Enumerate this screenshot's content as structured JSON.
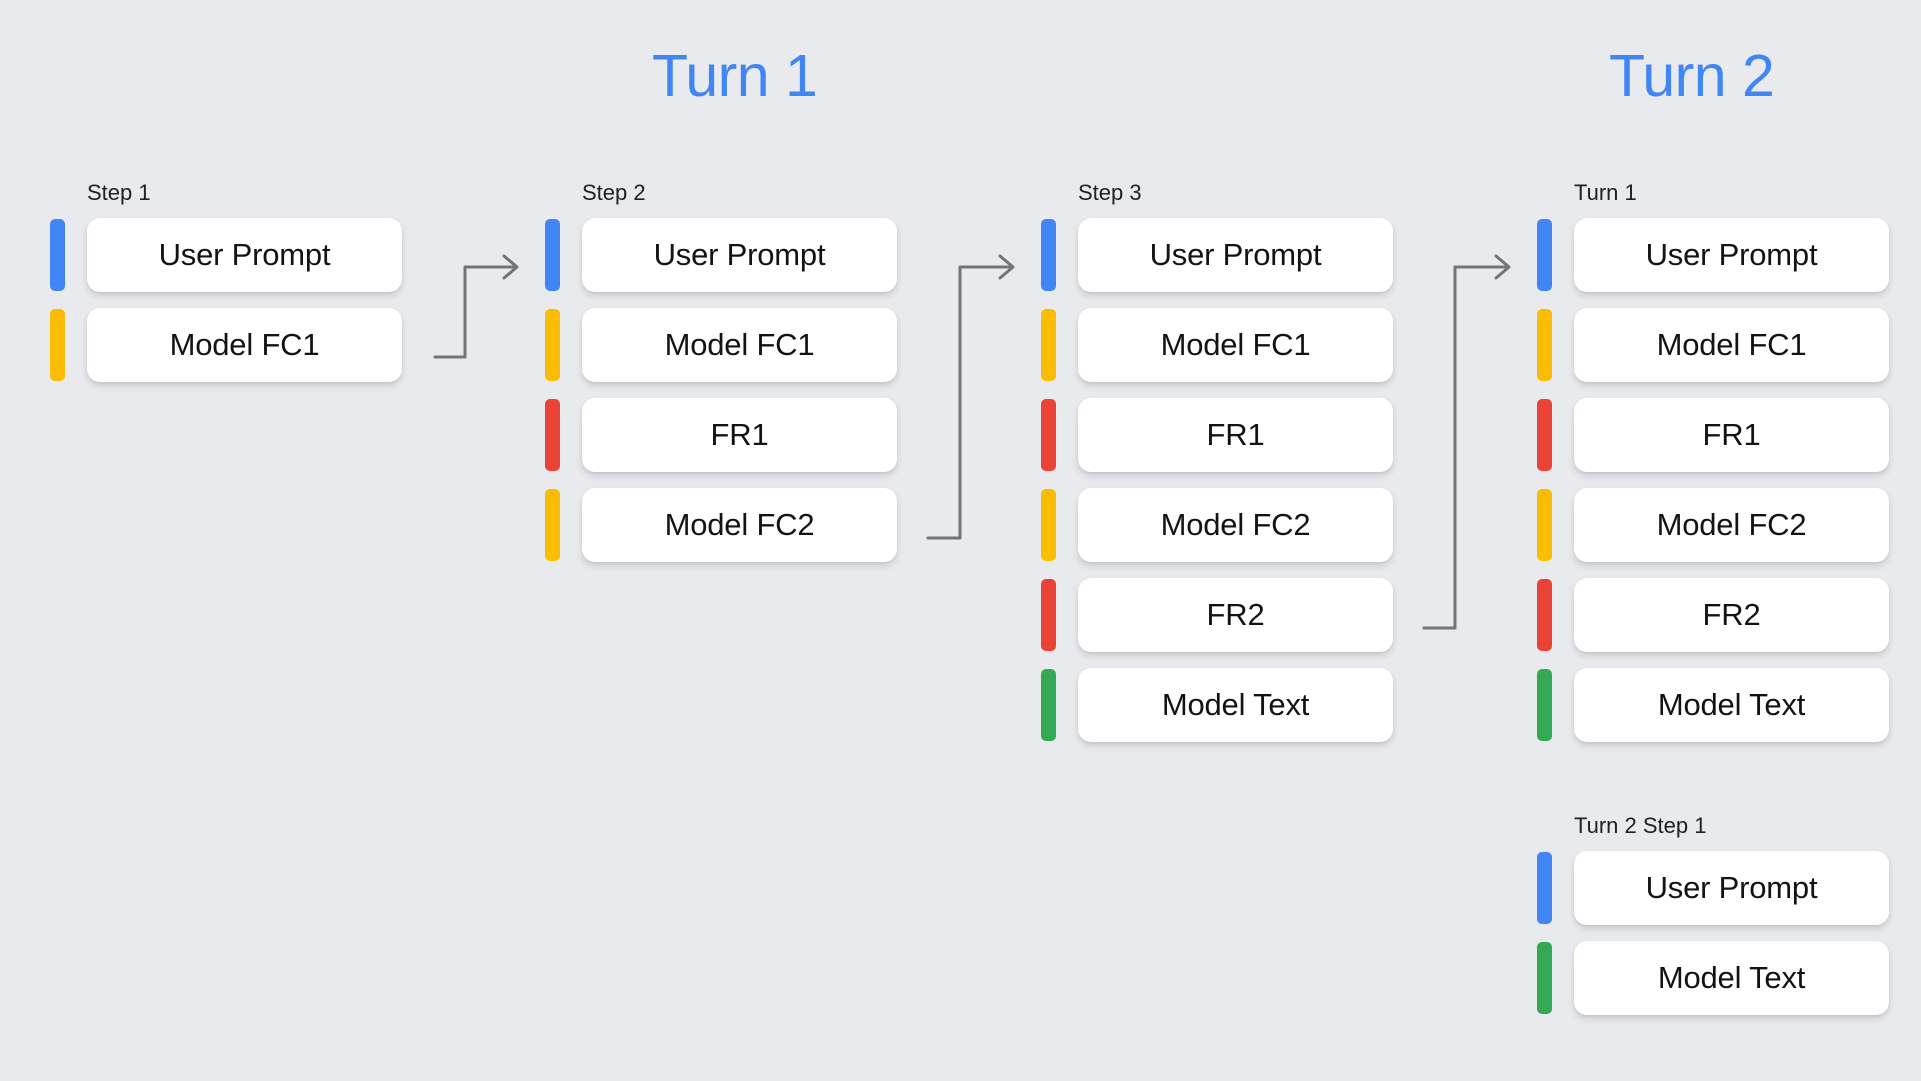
{
  "background_color": "#e8eaed",
  "palette": {
    "blue": "#4285f4",
    "yellow": "#fbbc04",
    "red": "#ea4335",
    "green": "#34a853",
    "card": "#ffffff",
    "connector": "#70757a",
    "label_text": "#202124",
    "card_text": "#131313"
  },
  "turn_headings": [
    {
      "label": "Turn 1"
    },
    {
      "label": "Turn 2"
    }
  ],
  "columns": [
    {
      "id": "step-1",
      "step_label": "Step 1",
      "rows": [
        {
          "label": "User Prompt",
          "color": "blue"
        },
        {
          "label": "Model FC1",
          "color": "yellow"
        }
      ]
    },
    {
      "id": "step-2",
      "step_label": "Step 2",
      "rows": [
        {
          "label": "User Prompt",
          "color": "blue"
        },
        {
          "label": "Model FC1",
          "color": "yellow"
        },
        {
          "label": "FR1",
          "color": "red"
        },
        {
          "label": "Model FC2",
          "color": "yellow"
        }
      ]
    },
    {
      "id": "step-3",
      "step_label": "Step 3",
      "rows": [
        {
          "label": "User Prompt",
          "color": "blue"
        },
        {
          "label": "Model FC1",
          "color": "yellow"
        },
        {
          "label": "FR1",
          "color": "red"
        },
        {
          "label": "Model FC2",
          "color": "yellow"
        },
        {
          "label": "FR2",
          "color": "red"
        },
        {
          "label": "Model Text",
          "color": "green"
        }
      ]
    },
    {
      "id": "turn2-turn1",
      "step_label": "Turn 1",
      "rows": [
        {
          "label": "User Prompt",
          "color": "blue"
        },
        {
          "label": "Model FC1",
          "color": "yellow"
        },
        {
          "label": "FR1",
          "color": "red"
        },
        {
          "label": "Model FC2",
          "color": "yellow"
        },
        {
          "label": "FR2",
          "color": "red"
        },
        {
          "label": "Model Text",
          "color": "green"
        }
      ]
    },
    {
      "id": "turn2-step1",
      "step_label": "Turn 2 Step 1",
      "rows": [
        {
          "label": "User Prompt",
          "color": "blue"
        },
        {
          "label": "Model Text",
          "color": "green"
        }
      ]
    }
  ],
  "connectors": [
    {
      "name": "arrow-step1-to-step2",
      "from": "Model FC1 (Step 1)",
      "to": "User Prompt (Step 2)"
    },
    {
      "name": "arrow-step2-to-step3",
      "from": "Model FC2 (Step 2)",
      "to": "User Prompt (Step 3)"
    },
    {
      "name": "arrow-step3-to-turn2",
      "from": "FR2 (Step 3)",
      "to": "User Prompt (Turn 2 / Turn 1)"
    }
  ]
}
